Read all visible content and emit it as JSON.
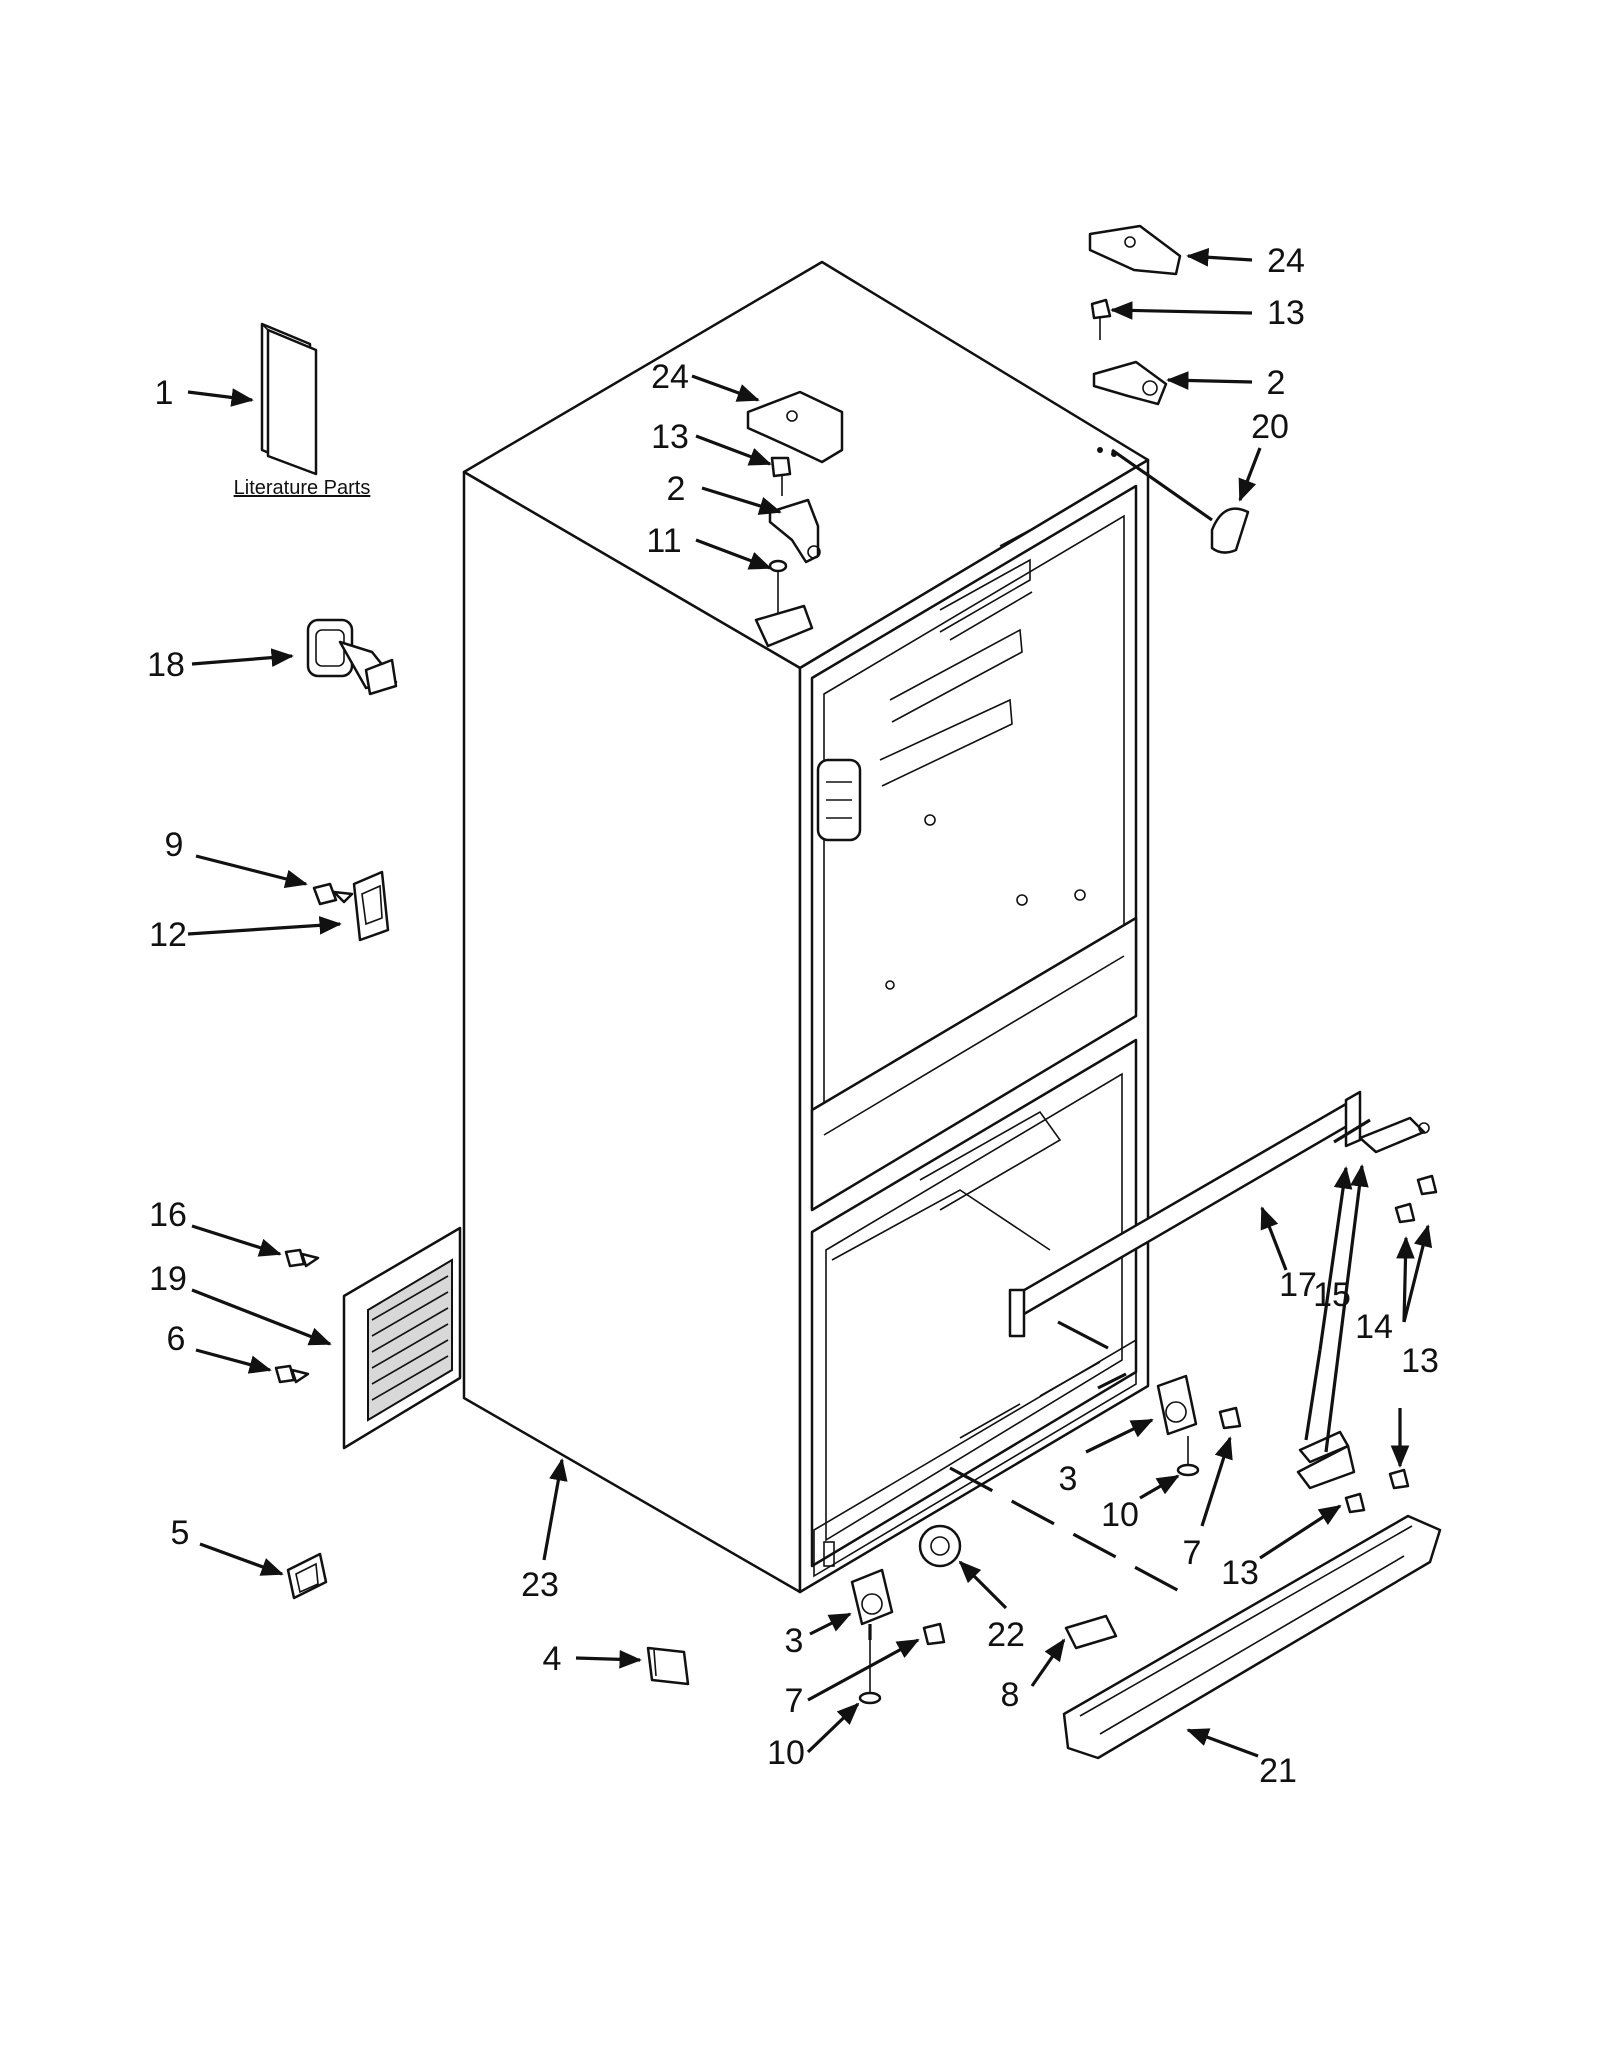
{
  "diagram": {
    "literature_label": "Literature Parts",
    "callouts": {
      "c1": "1",
      "c24a": "24",
      "c13a": "13",
      "c2a": "2",
      "c11": "11",
      "c24b": "24",
      "c13b": "13",
      "c2b": "2",
      "c20": "20",
      "c18": "18",
      "c9": "9",
      "c12": "12",
      "c16": "16",
      "c19": "19",
      "c6": "6",
      "c5": "5",
      "c23": "23",
      "c4": "4",
      "c3a": "3",
      "c7a": "7",
      "c10a": "10",
      "c22": "22",
      "c8": "8",
      "c21": "21",
      "c3b": "3",
      "c10b": "10",
      "c7b": "7",
      "c13c": "13",
      "c17": "17",
      "c15": "15",
      "c14": "14",
      "c13d": "13"
    }
  }
}
